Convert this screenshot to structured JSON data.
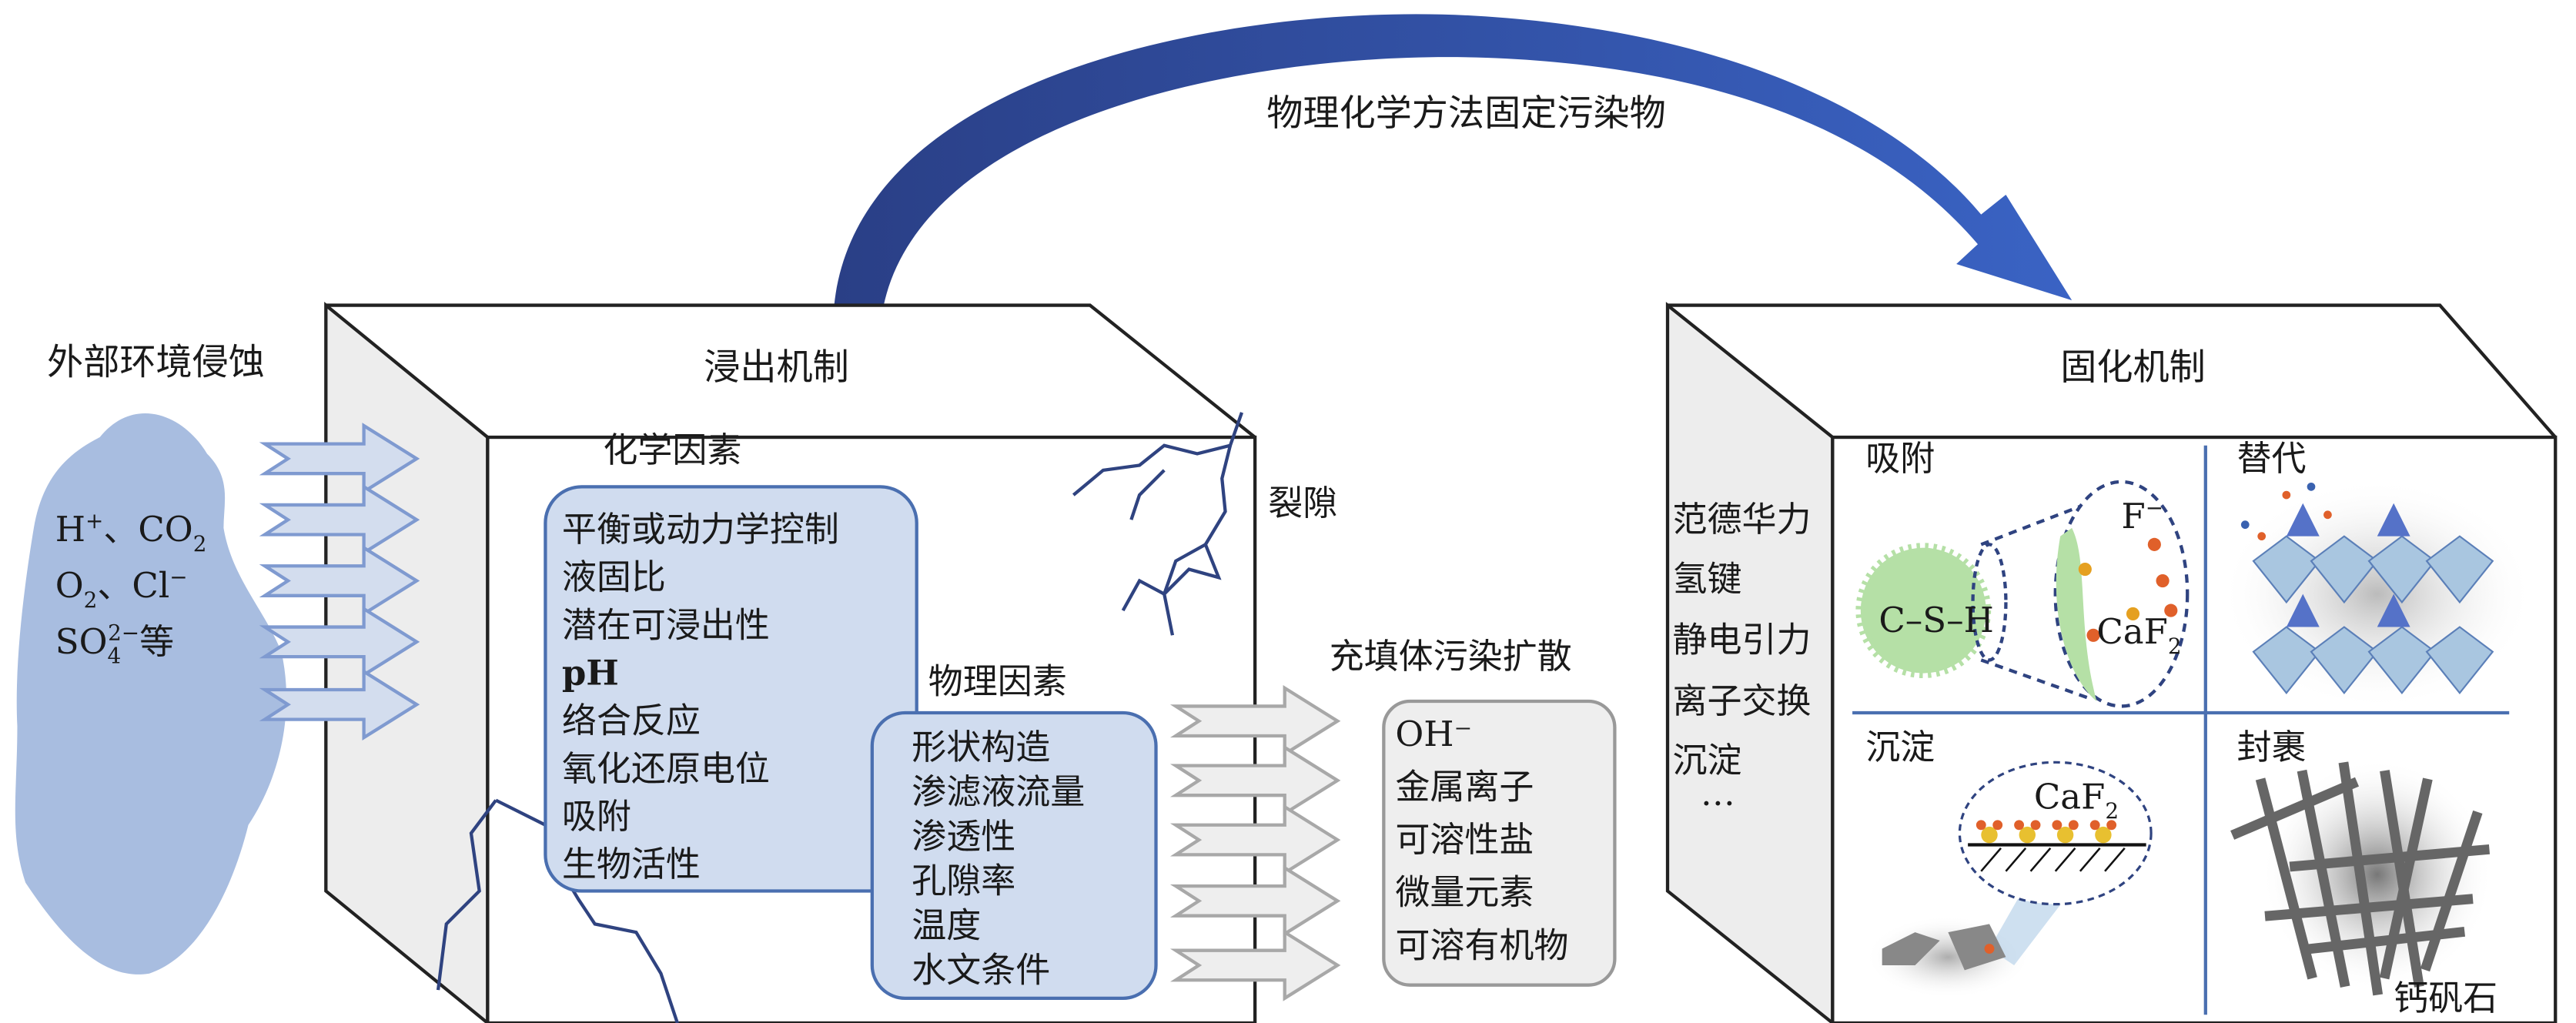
{
  "arc_label": "物理化学方法固定污染物",
  "erosion": {
    "title": "外部环境侵蚀",
    "line1": {
      "a": "H",
      "a_sup": "+",
      "sep": "、",
      "b": "CO",
      "b_sub": "2"
    },
    "line2": {
      "a": "O",
      "a_sub": "2",
      "sep": "、",
      "b": "Cl",
      "b_sup": "−"
    },
    "line3": {
      "a": "SO",
      "a_sub": "4",
      "a_sup": "2−",
      "b": "等"
    }
  },
  "leaching": {
    "title": "浸出机制",
    "crack_label": "裂隙",
    "chemical": {
      "title": "化学因素",
      "items": [
        "平衡或动力学控制",
        "液固比",
        "潜在可浸出性",
        "pH",
        "络合反应",
        "氧化还原电位",
        "吸附",
        "生物活性"
      ]
    },
    "physical": {
      "title": "物理因素",
      "items": [
        "形状构造",
        "渗滤液流量",
        "渗透性",
        "孔隙率",
        "温度",
        "水文条件"
      ]
    }
  },
  "diffusion": {
    "title": "充填体污染扩散",
    "items": [
      "OH⁻",
      "金属离子",
      "可溶性盐",
      "微量元素",
      "可溶有机物"
    ]
  },
  "solidification": {
    "title": "固化机制",
    "forces": [
      "范德华力",
      "氢键",
      "静电引力",
      "离子交换",
      "沉淀",
      "…"
    ],
    "quadrants": {
      "adsorption": {
        "title": "吸附",
        "csh": "C–S–H",
        "ion": "F",
        "ion_sup": "−",
        "product": "CaF",
        "product_sub": "2"
      },
      "substitution": {
        "title": "替代"
      },
      "precipitation": {
        "title": "沉淀",
        "product": "CaF",
        "product_sub": "2"
      },
      "encapsulation": {
        "title": "封裹",
        "mineral": "钙矾石"
      }
    }
  },
  "colors": {
    "arc": "#2f4f9a",
    "blue_fill": "#d0dcef",
    "blue_stroke": "#4a6fb0",
    "cloud": "#a8bde0",
    "side_panel": "#ededed",
    "green": "#b5e0a6"
  }
}
